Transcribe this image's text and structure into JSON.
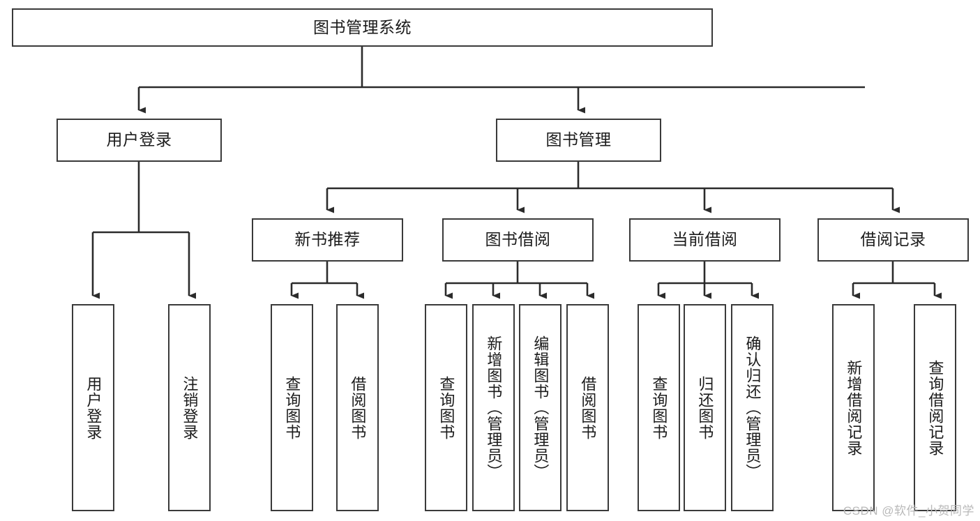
{
  "diagram": {
    "title": "图书管理系统",
    "type": "tree-hierarchy",
    "watermark": "CSDN @软件_小贺同学",
    "colors": {
      "border": "#3a3a3a",
      "background": "#ffffff",
      "text": "#1b1b1b",
      "edge": "#2b2b2b",
      "watermark": "#b9b9b9"
    },
    "levels": {
      "root": {
        "label": "图书管理系统"
      },
      "level2": [
        {
          "id": "user-login",
          "label": "用户登录"
        },
        {
          "id": "book-management",
          "label": "图书管理"
        }
      ],
      "level3": [
        {
          "id": "new-book-recommend",
          "label": "新书推荐",
          "parent": "book-management"
        },
        {
          "id": "book-borrow",
          "label": "图书借阅",
          "parent": "book-management"
        },
        {
          "id": "current-borrow",
          "label": "当前借阅",
          "parent": "book-management"
        },
        {
          "id": "borrow-record",
          "label": "借阅记录",
          "parent": "book-management"
        }
      ],
      "leaves": [
        {
          "id": "leaf-user-login",
          "label": "用户登录",
          "parent": "user-login"
        },
        {
          "id": "leaf-logout-login",
          "label": "注销登录",
          "parent": "user-login"
        },
        {
          "id": "leaf-query-book-1",
          "label": "查询图书",
          "parent": "new-book-recommend"
        },
        {
          "id": "leaf-borrow-book-1",
          "label": "借阅图书",
          "parent": "new-book-recommend"
        },
        {
          "id": "leaf-query-book-2",
          "label": "查询图书",
          "parent": "book-borrow"
        },
        {
          "id": "leaf-add-book",
          "label": "新增图书（管理员）",
          "parent": "book-borrow"
        },
        {
          "id": "leaf-edit-book",
          "label": "编辑图书（管理员）",
          "parent": "book-borrow"
        },
        {
          "id": "leaf-borrow-book-2",
          "label": "借阅图书",
          "parent": "book-borrow"
        },
        {
          "id": "leaf-query-book-3",
          "label": "查询图书",
          "parent": "current-borrow"
        },
        {
          "id": "leaf-return-book",
          "label": "归还图书",
          "parent": "current-borrow"
        },
        {
          "id": "leaf-confirm-return",
          "label": "确认归还（管理员）",
          "parent": "current-borrow"
        },
        {
          "id": "leaf-add-record",
          "label": "新增借阅记录",
          "parent": "borrow-record"
        },
        {
          "id": "leaf-query-record",
          "label": "查询借阅记录",
          "parent": "borrow-record"
        }
      ]
    }
  }
}
